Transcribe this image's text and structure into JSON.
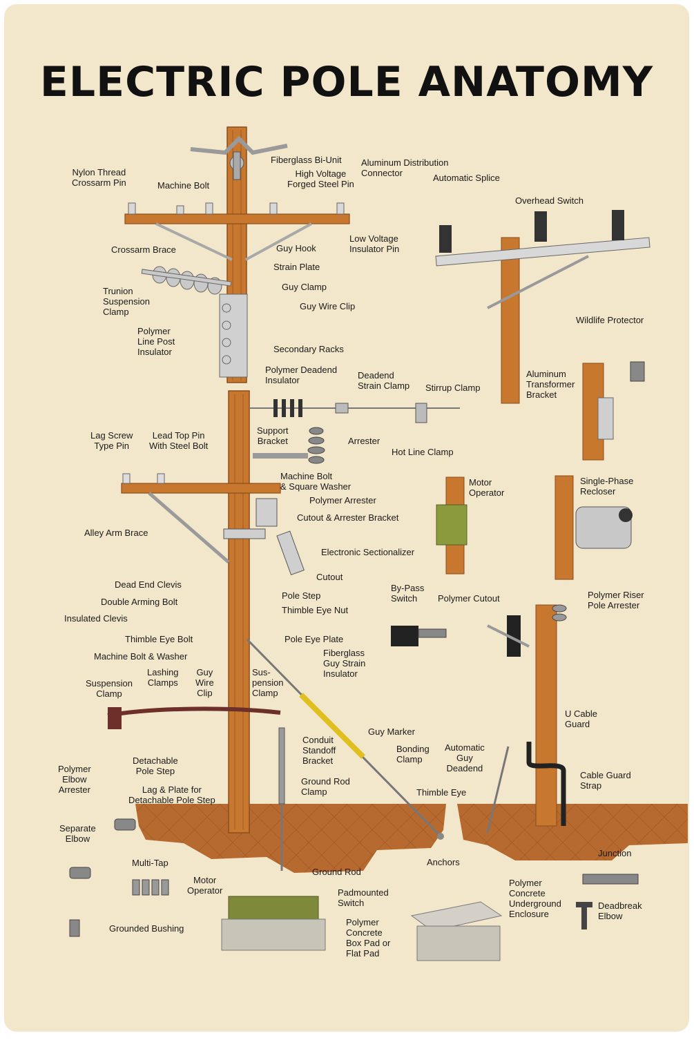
{
  "title": "ELECTRIC POLE ANATOMY",
  "colors": {
    "background": "#f3e7cb",
    "wood": "#c8782e",
    "wood_dark": "#8a4c1c",
    "ground": "#b76a2f",
    "metal": "#9a9a9a",
    "guy_strain": "#e0c020"
  },
  "labels": {
    "fiberglass_bi_unit": "Fiberglass Bi-Unit",
    "nylon_thread_crossarm_pin": "Nylon Thread\nCrossarm Pin",
    "machine_bolt_top": "Machine Bolt",
    "high_voltage_forged_steel_pin": "High Voltage\nForged Steel Pin",
    "aluminum_distribution_connector": "Aluminum Distribution\nConnector",
    "automatic_splice": "Automatic Splice",
    "overhead_switch": "Overhead Switch",
    "low_voltage_insulator_pin": "Low Voltage\nInsulator Pin",
    "crossarm_brace": "Crossarm Brace",
    "guy_hook": "Guy Hook",
    "strain_plate": "Strain Plate",
    "trunion_suspension_clamp": "Trunion\nSuspension\nClamp",
    "guy_clamp": "Guy Clamp",
    "guy_wire_clip_top": "Guy Wire Clip",
    "polymer_line_post_insulator": "Polymer\nLine Post\nInsulator",
    "wildlife_protector": "Wildlife Protector",
    "secondary_racks": "Secondary Racks",
    "polymer_deadend_insulator": "Polymer Deadend\nInsulator",
    "deadend_strain_clamp": "Deadend\nStrain Clamp",
    "stirrup_clamp": "Stirrup Clamp",
    "aluminum_transformer_bracket": "Aluminum\nTransformer\nBracket",
    "lag_screw_type_pin": "Lag Screw\nType Pin",
    "lead_top_pin_with_steel_bolt": "Lead Top Pin\nWith Steel Bolt",
    "support_bracket": "Support\nBracket",
    "arrester": "Arrester",
    "hot_line_clamp": "Hot Line Clamp",
    "machine_bolt_square_washer": "Machine Bolt\n& Square Washer",
    "motor_operator_right": "Motor\nOperator",
    "single_phase_recloser": "Single-Phase\nRecloser",
    "polymer_arrester": "Polymer Arrester",
    "cutout_arrester_bracket": "Cutout & Arrester Bracket",
    "alley_arm_brace": "Alley Arm Brace",
    "electronic_sectionalizer": "Electronic Sectionalizer",
    "cutout": "Cutout",
    "dead_end_clevis": "Dead End Clevis",
    "by_pass_switch": "By-Pass\nSwitch",
    "polymer_cutout": "Polymer Cutout",
    "polymer_riser_pole_arrester": "Polymer Riser\nPole Arrester",
    "pole_step": "Pole Step",
    "double_arming_bolt": "Double Arming Bolt",
    "thimble_eye_nut": "Thimble Eye Nut",
    "insulated_clevis": "Insulated Clevis",
    "thimble_eye_bolt": "Thimble Eye Bolt",
    "pole_eye_plate": "Pole Eye Plate",
    "machine_bolt_washer": "Machine Bolt & Washer",
    "fiberglass_guy_strain_insulator": "Fiberglass\nGuy Strain\nInsulator",
    "suspension_clamp_left": "Suspension\nClamp",
    "lashing_clamps": "Lashing\nClamps",
    "guy_wire_clip_bottom": "Guy\nWire\nClip",
    "suspension_clamp_mid": "Sus-\npension\nClamp",
    "u_cable_guard": "U Cable\nGuard",
    "guy_marker": "Guy Marker",
    "conduit_standoff_bracket": "Conduit\nStandoff\nBracket",
    "bonding_clamp": "Bonding\nClamp",
    "automatic_guy_deadend": "Automatic\nGuy\nDeadend",
    "detachable_pole_step": "Detachable\nPole Step",
    "polymer_elbow_arrester": "Polymer\nElbow\nArrester",
    "cable_guard_strap": "Cable Guard\nStrap",
    "ground_rod_clamp": "Ground Rod\nClamp",
    "lag_plate_detachable_pole_step": "Lag & Plate for\nDetachable Pole Step",
    "thimble_eye": "Thimble Eye",
    "separate_elbow": "Separate\nElbow",
    "anchors": "Anchors",
    "junction": "Junction",
    "multi_tap": "Multi-Tap",
    "ground_rod": "Ground Rod",
    "motor_operator_bottom": "Motor\nOperator",
    "padmounted_switch": "Padmounted\nSwitch",
    "polymer_concrete_underground_enclosure": "Polymer\nConcrete\nUnderground\nEnclosure",
    "deadbreak_elbow": "Deadbreak\nElbow",
    "grounded_bushing": "Grounded Bushing",
    "polymer_concrete_box_pad": "Polymer\nConcrete\nBox Pad or\nFlat Pad"
  }
}
